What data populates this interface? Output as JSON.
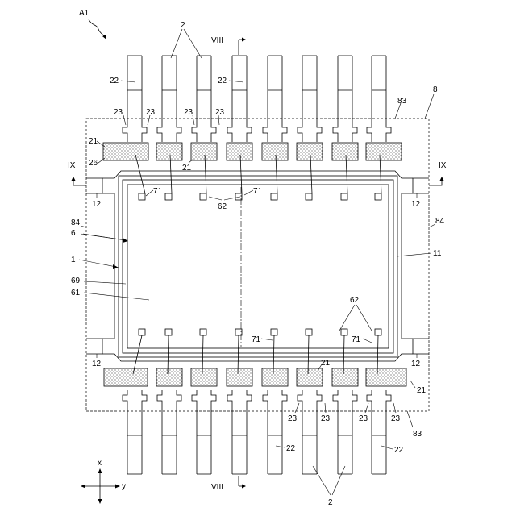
{
  "figure": {
    "assembly_label": "A1",
    "section_label_top": "VIII",
    "section_label_bottom": "VIII",
    "section_label_left": "IX",
    "section_label_right": "IX"
  },
  "labels": {
    "lead_group_top": "2",
    "lead_group_bottom": "2",
    "lead_top_left": "22",
    "lead_top_mid": "22",
    "lead_bottom_right_a": "22",
    "lead_bottom_right_b": "22",
    "notch_top": [
      "23",
      "23",
      "23",
      "23"
    ],
    "notch_bottom": [
      "23",
      "23",
      "23",
      "23"
    ],
    "pad_21_top_left": "21",
    "pad_21_top_mid": "21",
    "pad_21_bottom_mid": "21",
    "pad_21_bottom_right": "21",
    "plating_26": "26",
    "resin_outline_8": "8",
    "resin_edge_83_top": "83",
    "resin_edge_83_bottom": "83",
    "resin_edge_84_left": "84",
    "resin_edge_84_right": "84",
    "frame_12": [
      "12",
      "12",
      "12",
      "12"
    ],
    "frame_11": "11",
    "chip_6": "6",
    "chip_1": "1",
    "chip_69": "69",
    "chip_61": "61",
    "electrode_62_top": "62",
    "electrode_62_bottom": "62",
    "wire_71": [
      "71",
      "71",
      "71",
      "71"
    ],
    "axis_x": "x",
    "axis_y": "y"
  }
}
